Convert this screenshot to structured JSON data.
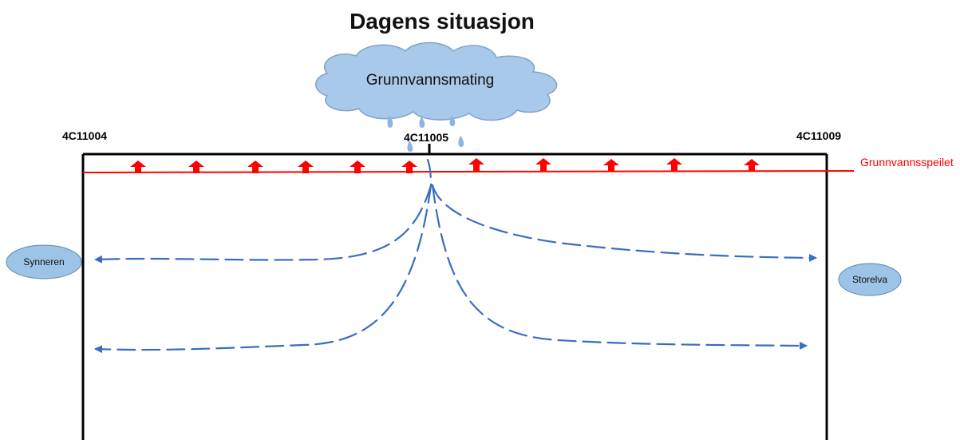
{
  "title": "Dagens situasjon",
  "recharge_label": "Grunnvannsmating",
  "wells": {
    "left": "4C11004",
    "center": "4C11005",
    "right": "4C11009"
  },
  "water_table_label": "Grunnvannsspeilet",
  "lakes": {
    "left": "Synneren",
    "right": "Storelva"
  },
  "colors": {
    "water_table": "#ff0000",
    "flow_lines": "#3a6cc0",
    "cloud_fill": "#a9c9ea",
    "lake_fill": "#9dc3e6",
    "rain": "#8db4e2"
  },
  "icons": {
    "recharge": "cloud-icon",
    "upward_flow": "up-arrow-icon",
    "rain": "raindrop-icon"
  }
}
